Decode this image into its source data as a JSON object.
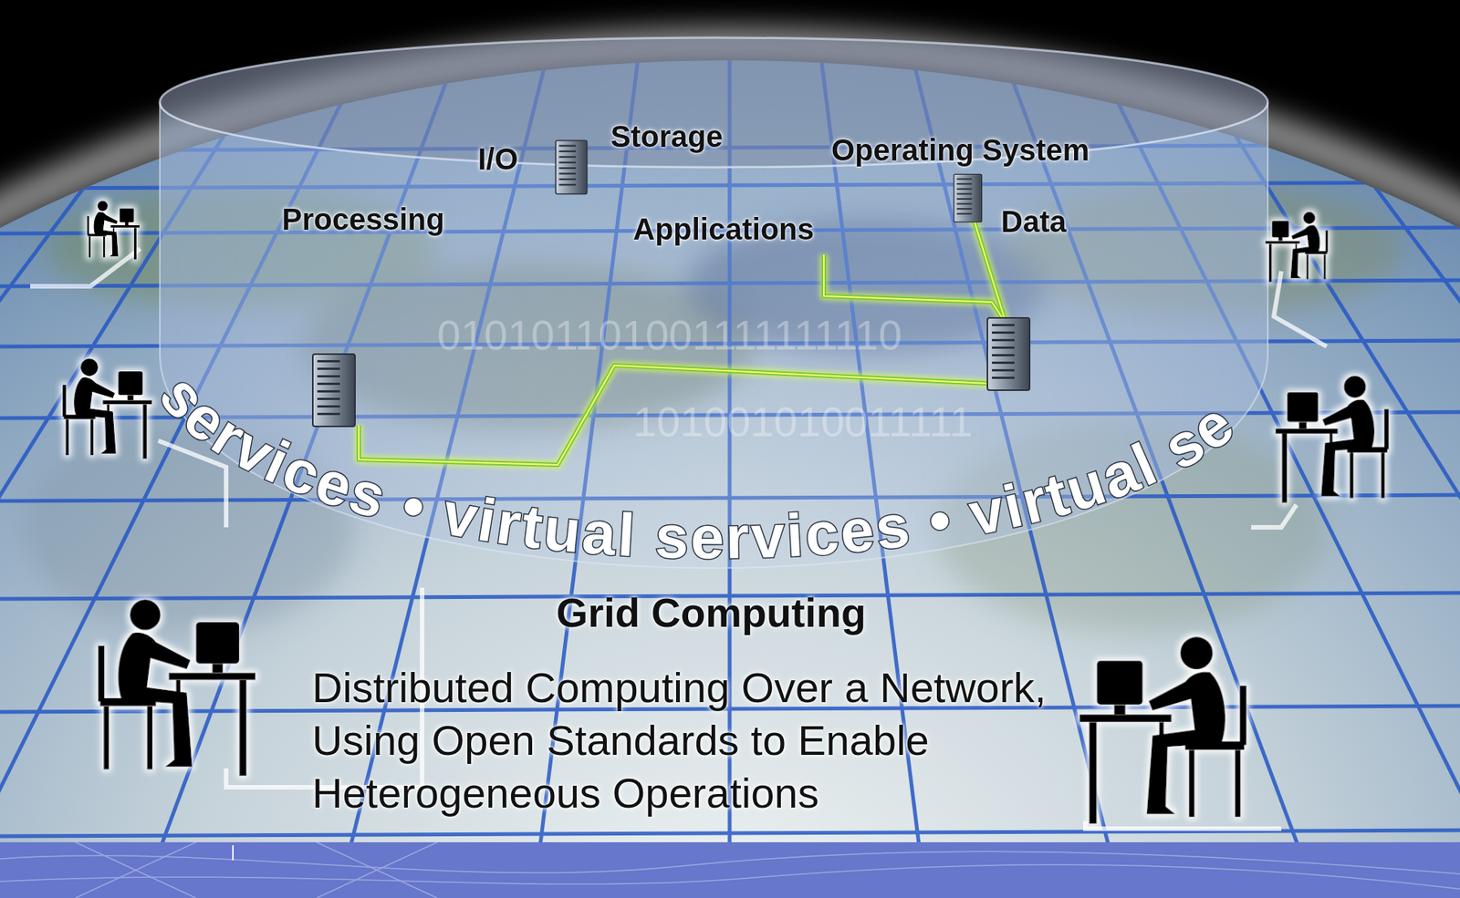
{
  "diagram": {
    "title": "Grid Computing",
    "caption": "Distributed Computing Over a Network, Using Open Standards to Enable Heterogeneous Operations",
    "labels": [
      "Storage",
      "I/O",
      "Operating System",
      "Processing",
      "Applications",
      "Data",
      "010101101001111111110",
      "101001010011111",
      "services • virtual services • virtual se"
    ]
  }
}
